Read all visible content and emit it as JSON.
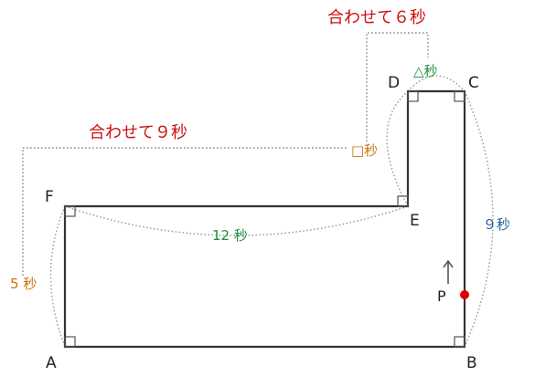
{
  "vertices": {
    "A": "A",
    "B": "B",
    "C": "C",
    "D": "D",
    "E": "E",
    "F": "F"
  },
  "moving_point": {
    "label": "P",
    "color": "#e00000"
  },
  "labels": {
    "total_top": "合わせて６秒",
    "total_left": "合わせて９秒",
    "dc_time": "△秒",
    "de_time": "□秒",
    "fe_time": "12 秒",
    "af_time": "5 秒",
    "bc_time": "９秒"
  },
  "colors": {
    "red": "#cc1111",
    "green": "#1f8f3a",
    "orange": "#c8740f",
    "blue": "#1f5f9a"
  }
}
